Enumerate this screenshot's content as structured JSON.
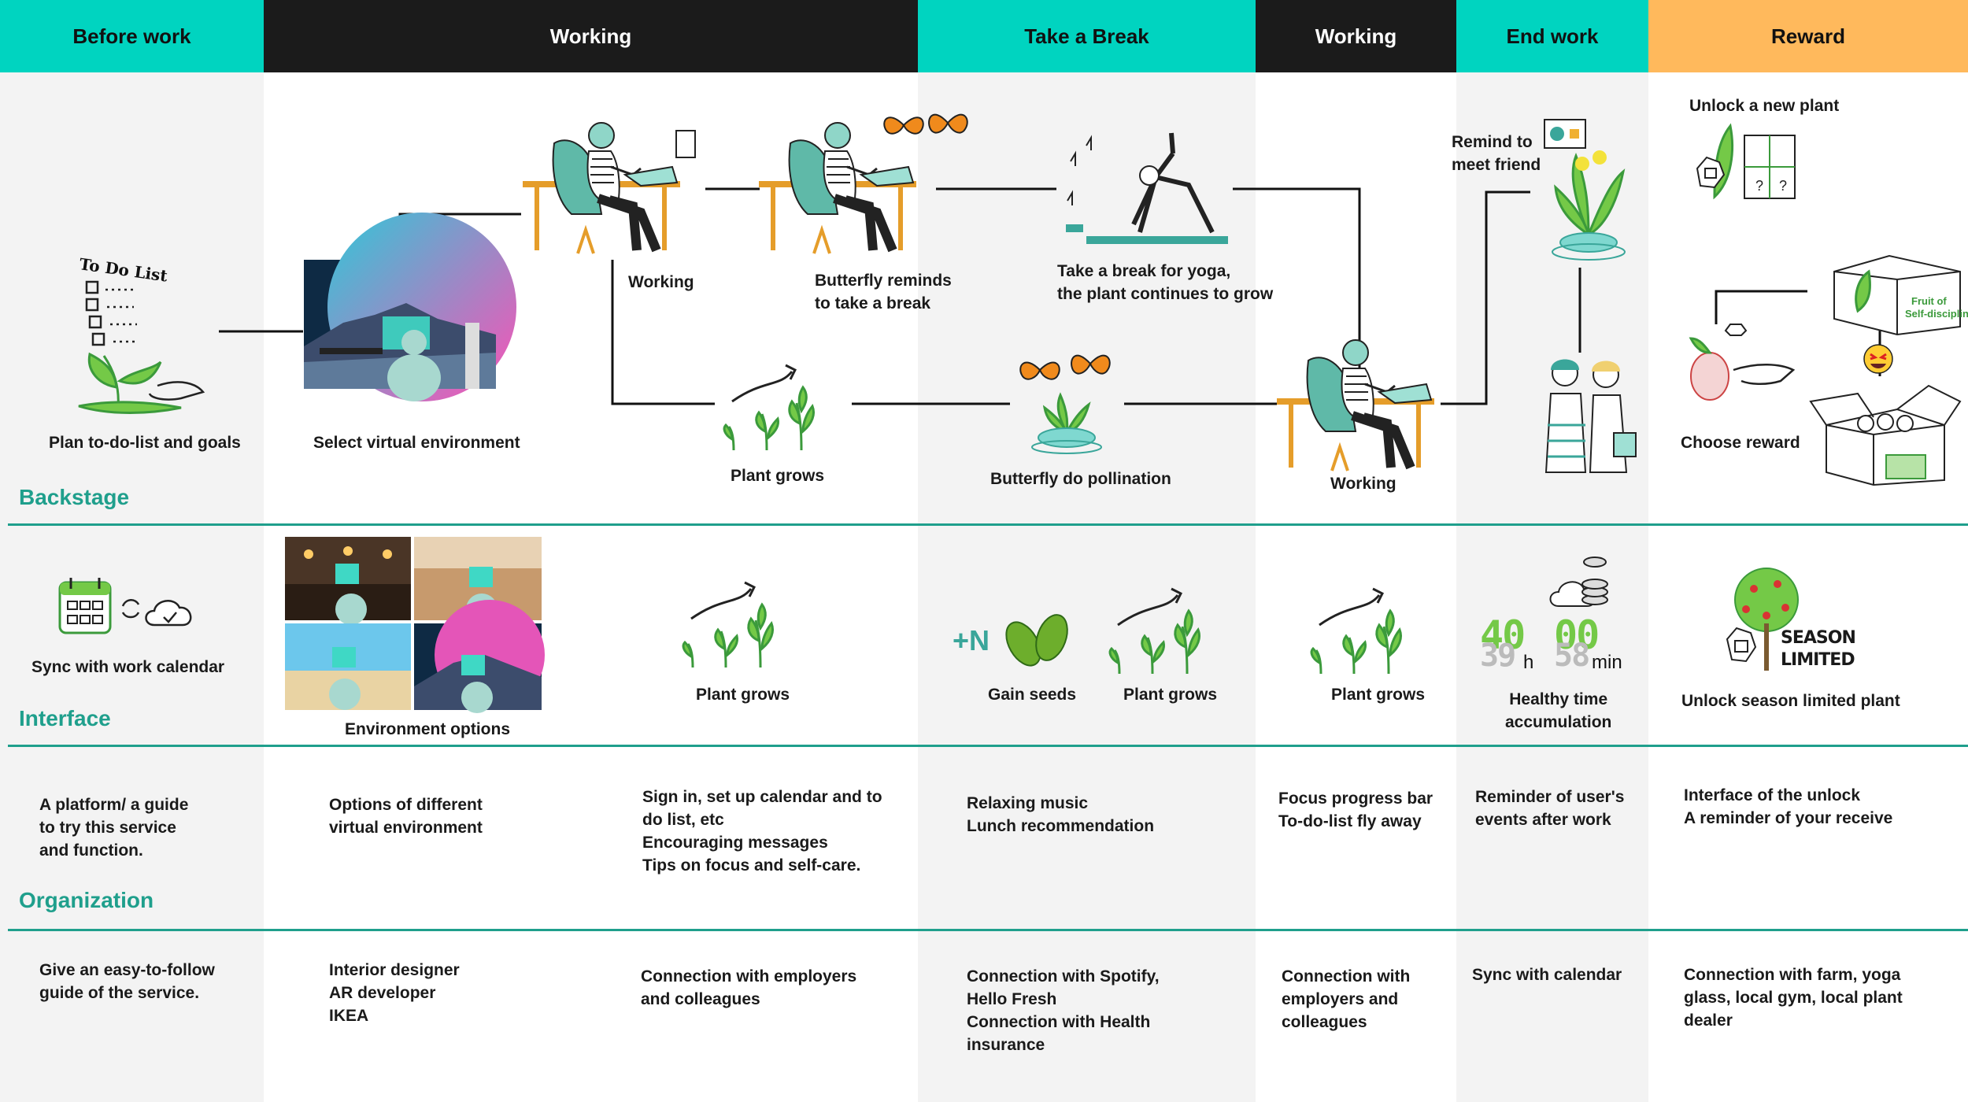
{
  "phases": [
    {
      "label": "Before work",
      "color": "#00d4c0"
    },
    {
      "label": "Working",
      "color": "#1b1b1b"
    },
    {
      "label": "Take a Break",
      "color": "#00d4c0"
    },
    {
      "label": "Working",
      "color": "#1b1b1b"
    },
    {
      "label": "End work",
      "color": "#00d4c0"
    },
    {
      "label": "Reward",
      "color": "#ffb95c"
    }
  ],
  "lanes": {
    "backstage": "Backstage",
    "interface": "Interface",
    "organization": "Organization"
  },
  "journey": {
    "plan": "Plan to-do-list and goals",
    "select_env": "Select virtual environment",
    "working1": "Working",
    "butterfly_reminds": "Butterfly reminds\nto take a break",
    "yoga": "Take a break for yoga,\nthe plant continues to grow",
    "plant_grows": "Plant grows",
    "pollination": "Butterfly do pollination",
    "working2": "Working",
    "remind_friend": "Remind to\nmeet friend",
    "unlock_plant": "Unlock a new plant",
    "choose_reward": "Choose reward",
    "todo_title": "To Do List"
  },
  "backstage": {
    "sync": "Sync with work calendar",
    "env_options": "Environment options",
    "plant_grows_1": "Plant grows",
    "gain_seeds": "Gain seeds",
    "seed_count": "+N",
    "plant_grows_2": "Plant grows",
    "plant_grows_3": "Plant grows",
    "timer_hours_top": "40",
    "timer_minutes_top": "00",
    "timer_hours_bottom": "39",
    "timer_minutes_bottom": "58",
    "timer_h": "h",
    "timer_min": "min",
    "healthy_time": "Healthy time\naccumulation",
    "season_line1": "SEASON",
    "season_line2": "LIMITED",
    "unlock_season": "Unlock season limited plant"
  },
  "interface": {
    "c1": "A platform/ a guide\nto try this service\nand function.",
    "c2": "Options of different\nvirtual environment",
    "c3": "Sign in, set up calendar and to\ndo list, etc\nEncouraging messages\nTips on focus and self-care.",
    "c4": "Relaxing music\nLunch recommendation",
    "c5": "Focus progress bar\nTo-do-list fly away",
    "c6": "Reminder of user's\nevents after work",
    "c7": "Interface of the unlock\nA reminder of your receive"
  },
  "organization": {
    "c1": "Give an easy-to-follow\nguide of the service.",
    "c2": "Interior designer\nAR developer\nIKEA",
    "c3": "Connection with employers\nand colleagues",
    "c4": "Connection with Spotify,\nHello Fresh\nConnection with Health\ninsurance",
    "c5": "Connection with\nemployers and\ncolleagues",
    "c6": "Sync with calendar",
    "c7": "Connection with farm, yoga\nglass, local gym, local plant\ndealer"
  }
}
